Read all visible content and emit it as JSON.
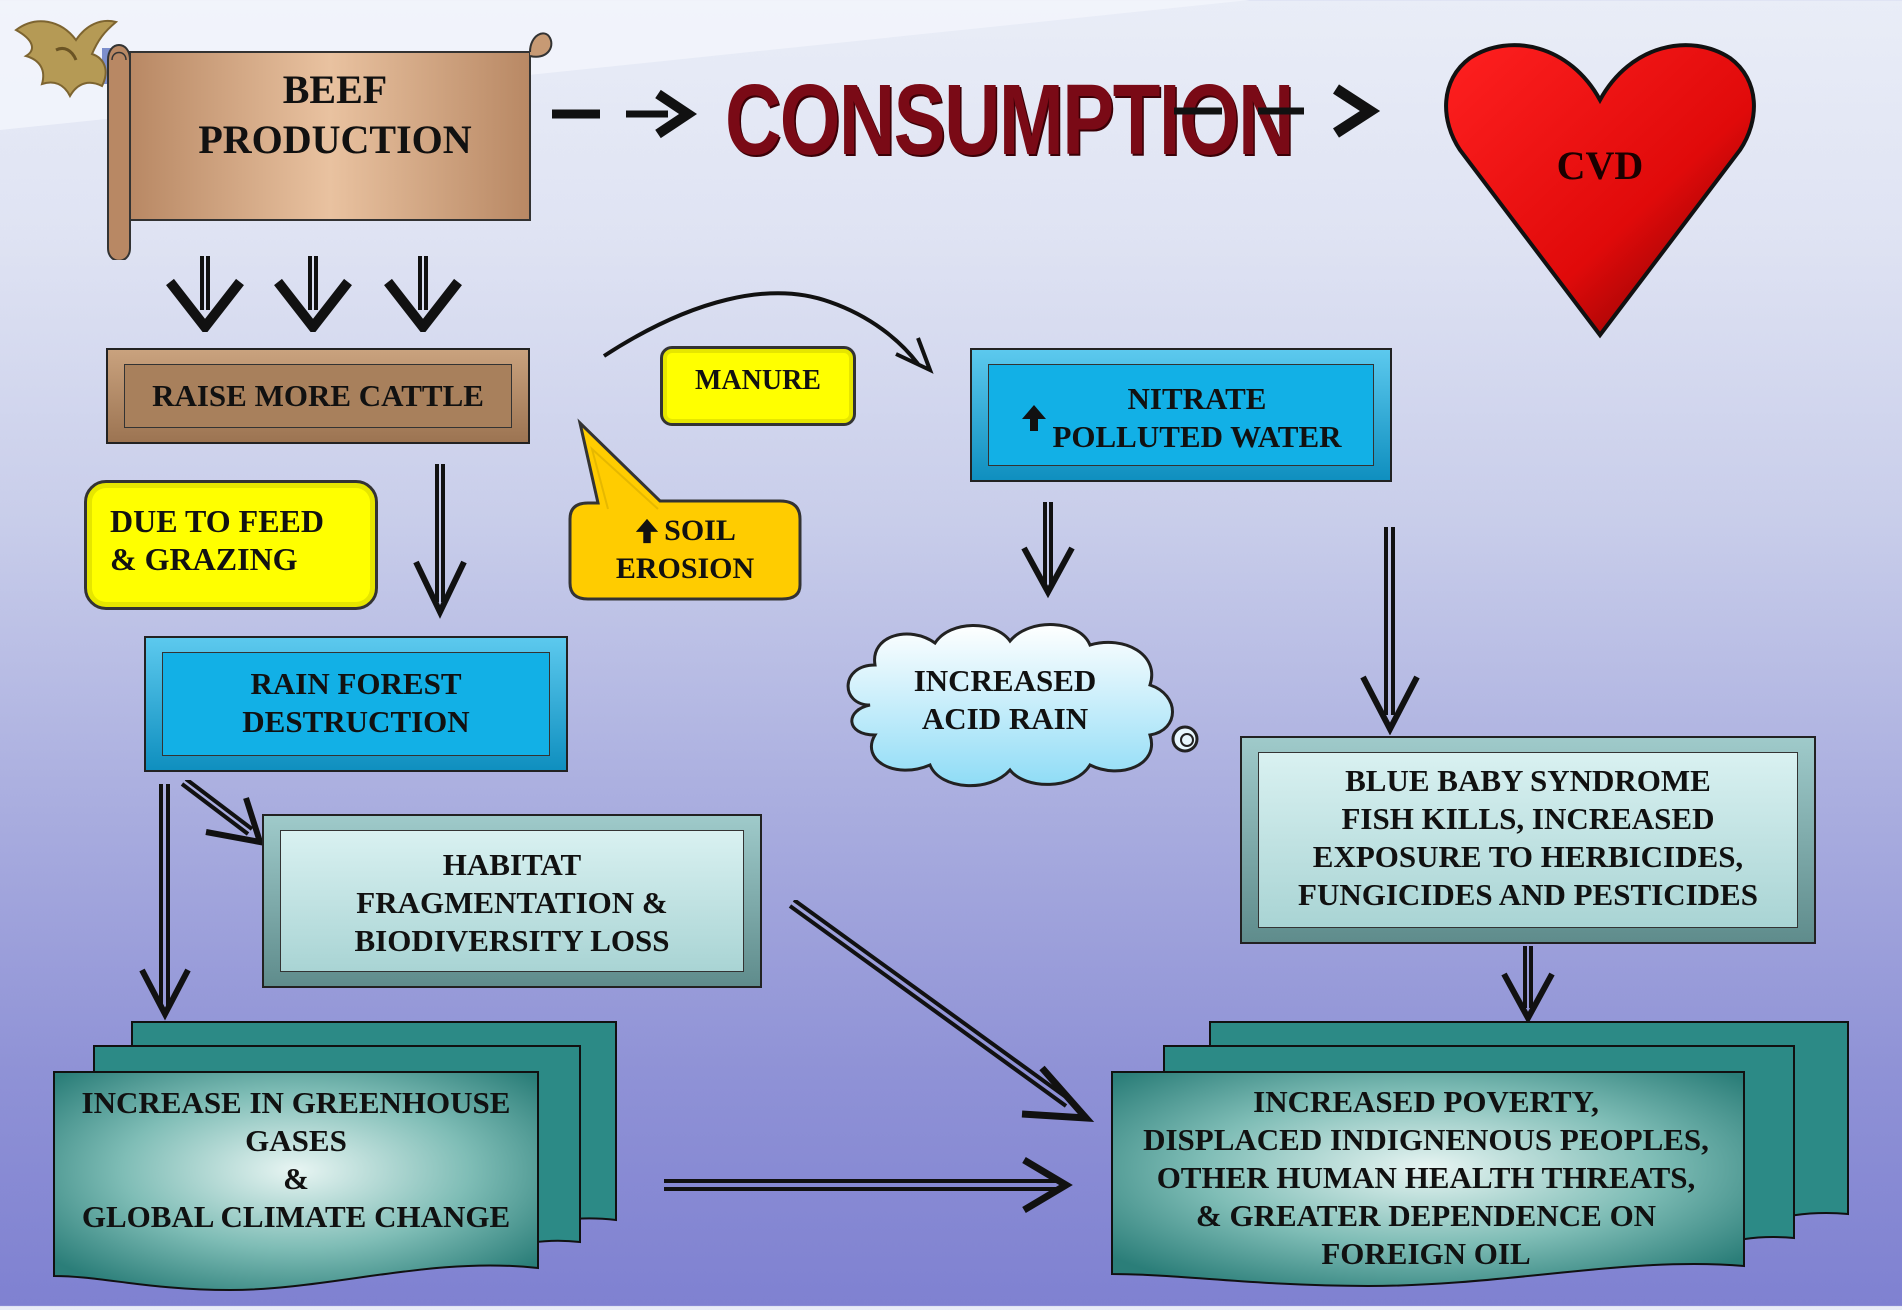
{
  "nodes": {
    "beef_production": "BEEF\nPRODUCTION",
    "consumption": "CONSUMPTION",
    "cvd": "CVD",
    "raise_more_cattle": "RAISE MORE CATTLE",
    "manure": "MANURE",
    "nitrate_polluted_water": "NITRATE\nPOLLUTED WATER",
    "due_to_feed_grazing": "DUE TO FEED\n& GRAZING",
    "soil_erosion_line1": "SOIL",
    "soil_erosion_line2": "EROSION",
    "rain_forest_destruction": "RAIN FOREST\nDESTRUCTION",
    "increased_acid_rain": "INCREASED\nACID RAIN",
    "blue_baby_syndrome": "BLUE BABY SYNDROME\nFISH KILLS, INCREASED\nEXPOSURE TO HERBICIDES,\nFUNGICIDES AND PESTICIDES",
    "habitat_fragmentation": "HABITAT\nFRAGMENTATION &\nBIODIVERSITY LOSS",
    "greenhouse_gases": "INCREASE IN GREENHOUSE\nGASES\n&\nGLOBAL CLIMATE CHANGE",
    "increased_poverty": "INCREASED POVERTY,\nDISPLACED INDIGNENOUS PEOPLES,\nOTHER HUMAN HEALTH THREATS,\n& GREATER DEPENDENCE ON\nFOREIGN OIL"
  },
  "icons": {
    "logo": "eagle-logo",
    "heart": "heart-icon",
    "up_arrow": "up-arrow-icon"
  },
  "colors": {
    "scroll": "#c49a74",
    "brown_box": "#a07a58",
    "cyan_box": "#17a6d8",
    "light_teal_box": "#c3e6e6",
    "dark_teal_doc": "#2c8a86",
    "yellow_callout": "#ffff00",
    "gold_callout": "#ffcc00",
    "heart": "#e01010",
    "consumption_text": "#7a0a16"
  }
}
